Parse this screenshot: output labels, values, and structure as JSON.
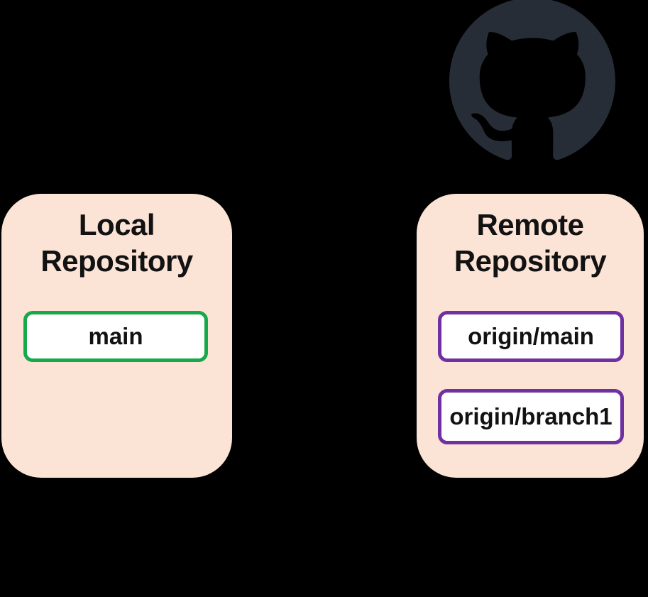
{
  "canvas": {
    "background_color": "#000000"
  },
  "github_logo": {
    "name": "GitHub Invertocat mark",
    "color": "#272d37"
  },
  "local_repository": {
    "title": "Local Repository",
    "fill_color": "#fbe3d6",
    "text_color": "#121212",
    "branches": [
      {
        "label": "main",
        "border_color": "#16a94b",
        "fill_color": "#ffffff"
      }
    ]
  },
  "remote_repository": {
    "title": "Remote Repository",
    "fill_color": "#fbe3d6",
    "text_color": "#121212",
    "branches": [
      {
        "label": "origin/main",
        "border_color": "#7030a0",
        "fill_color": "#ffffff"
      },
      {
        "label": "origin/branch1",
        "border_color": "#7030a0",
        "fill_color": "#ffffff"
      }
    ]
  }
}
